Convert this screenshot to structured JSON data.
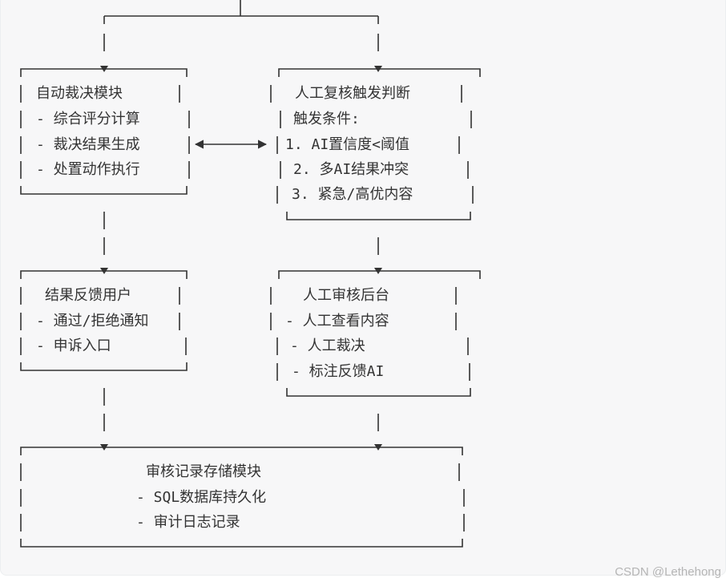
{
  "boxes": {
    "auto_judge": {
      "title": "自动裁决模块",
      "items": [
        "- 综合评分计算",
        "- 裁决结果生成",
        "- 处置动作执行"
      ]
    },
    "manual_trigger": {
      "title": "人工复核触发判断",
      "condition_label": "触发条件:",
      "items": [
        "1. AI置信度<阈值",
        "2. 多AI结果冲突",
        "3. 紧急/高优内容"
      ]
    },
    "result_feedback": {
      "title": "结果反馈用户",
      "items": [
        "- 通过/拒绝通知",
        "- 申诉入口"
      ]
    },
    "manual_review": {
      "title": "人工审核后台",
      "items": [
        "- 人工查看内容",
        "- 人工裁决",
        "- 标注反馈AI"
      ]
    },
    "storage": {
      "title": "审核记录存储模块",
      "items": [
        "- SQL数据库持久化",
        "- 审计日志记录"
      ]
    }
  },
  "watermark": "CSDN @Lethehong",
  "colors": {
    "background": "#f7f7f8",
    "line": "#333333",
    "text": "#333333"
  }
}
